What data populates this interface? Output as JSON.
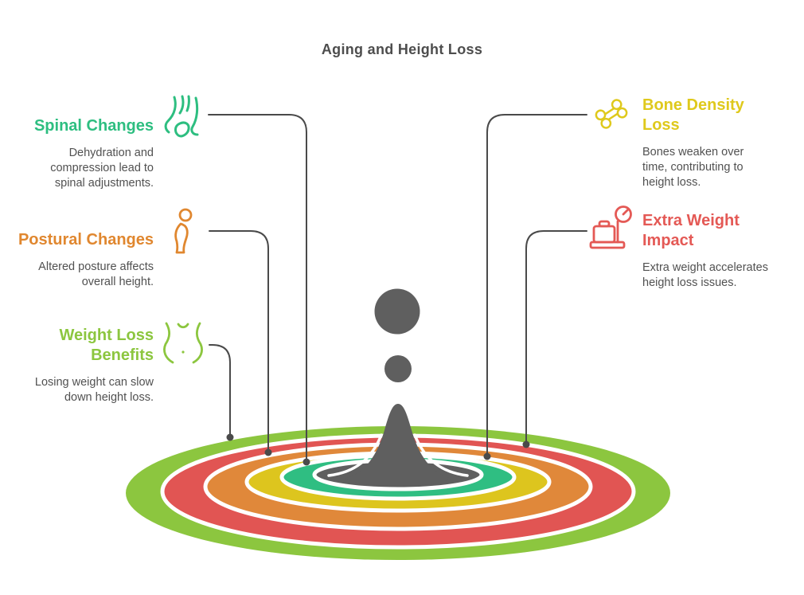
{
  "title": "Aging and Height Loss",
  "items": [
    {
      "id": "spinal-changes",
      "title": "Spinal Changes",
      "description": "Dehydration and\ncompression lead to\nspinal adjustments.",
      "color": "#2DBE80",
      "icon": "knee-joint-icon",
      "side": "left"
    },
    {
      "id": "postural-changes",
      "title": "Postural Changes",
      "description": "Altered posture affects\noverall height.",
      "color": "#E0872F",
      "icon": "posture-person-icon",
      "side": "left"
    },
    {
      "id": "weight-loss-benefits",
      "title": "Weight Loss\nBenefits",
      "description": "Losing weight can slow\ndown height loss.",
      "color": "#8CC63F",
      "icon": "slim-waist-icon",
      "side": "left"
    },
    {
      "id": "bone-density-loss",
      "title": "Bone Density\nLoss",
      "description": "Bones weaken over\ntime, contributing to\nheight loss.",
      "color": "#DFC91C",
      "icon": "bone-icon",
      "side": "right"
    },
    {
      "id": "extra-weight-impact",
      "title": "Extra Weight\nImpact",
      "description": "Extra weight accelerates\nheight loss issues.",
      "color": "#E45955",
      "icon": "weight-scale-icon",
      "side": "right"
    }
  ],
  "ripple": {
    "kind": "water-drop splash with concentric ripple rings",
    "ring_colors_outer_to_inner": [
      "#8CC63F",
      "#E15553",
      "#E0883A",
      "#DDC51E",
      "#2FBE82"
    ],
    "splash_color": "#5F5F5F",
    "pool_color": "#5F5F5F",
    "connector_color": "#4A4A4A",
    "title_color": "#4D4D4D",
    "body_text_color": "#515151"
  }
}
